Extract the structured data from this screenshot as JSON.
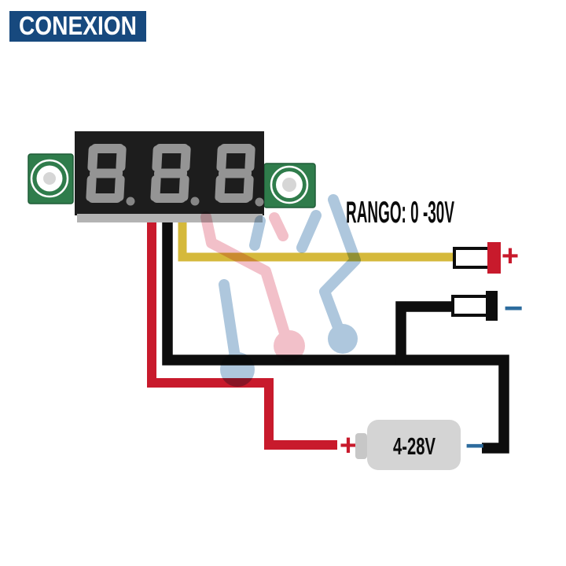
{
  "brand": {
    "name": "CONEXION"
  },
  "meter": {
    "range_label": "RANGO: 0 -30V",
    "display_digits": "8.8.8.",
    "digit_count": 3,
    "wire_colors": [
      "red",
      "black",
      "yellow"
    ]
  },
  "probes": {
    "positive_symbol": "+",
    "negative_symbol": "−",
    "positive_wire": "yellow",
    "negative_wire": "black"
  },
  "battery": {
    "label": "4-28V",
    "positive_symbol": "+",
    "negative_symbol": "−",
    "positive_wire": "red",
    "negative_wire": "black"
  },
  "colors": {
    "brand_badge": "#17497e",
    "wire_yellow": "#d5b93b",
    "wire_red": "#c81a2c",
    "wire_black": "#0d0d0d",
    "plus_red": "#c81a2c",
    "minus_blue": "#2d6c9e",
    "pcb_green": "#2f7c4b",
    "battery_gray": "#d4d4d4",
    "display_black": "#1d1d1d",
    "segment_gray": "#949494",
    "watermark_pink": "#f2c0c9",
    "watermark_blue": "#aec7dd"
  }
}
